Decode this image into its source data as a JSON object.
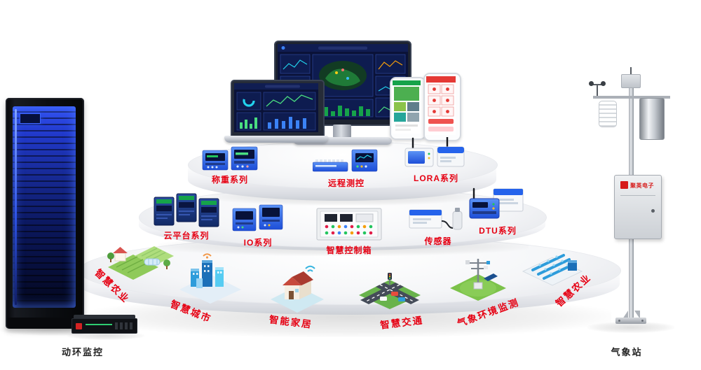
{
  "brand": {
    "logo_text": "聚英电子"
  },
  "rack": {
    "label": "动环监控"
  },
  "station": {
    "label": "气象站"
  },
  "products_top": [
    {
      "id": "weighing",
      "label": "称重系列"
    },
    {
      "id": "remote-measure",
      "label": "远程测控"
    },
    {
      "id": "lora",
      "label": "LORA系列"
    }
  ],
  "products_middle": [
    {
      "id": "cloud-platform",
      "label": "云平台系列"
    },
    {
      "id": "io-series",
      "label": "IO系列"
    },
    {
      "id": "smart-control-box",
      "label": "智慧控制箱"
    },
    {
      "id": "sensors",
      "label": "传感器"
    },
    {
      "id": "dtu-series",
      "label": "DTU系列"
    }
  ],
  "scenes": [
    {
      "id": "smart-agriculture-left",
      "label": "智慧农业"
    },
    {
      "id": "smart-city",
      "label": "智慧城市"
    },
    {
      "id": "smart-home",
      "label": "智能家居"
    },
    {
      "id": "smart-traffic",
      "label": "智慧交通"
    },
    {
      "id": "weather-env-monitoring",
      "label": "气象环境监测"
    },
    {
      "id": "smart-agriculture-right",
      "label": "智慧农业"
    }
  ],
  "colors": {
    "label_red": "#e60012",
    "device_blue": "#2563eb",
    "screen_navy": "#0a1238",
    "rack_glow_blue": "#2d53e6"
  }
}
